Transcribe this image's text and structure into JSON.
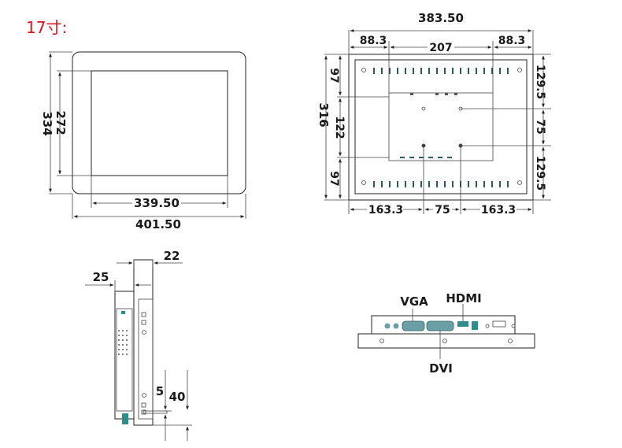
{
  "title": "17寸:",
  "front": {
    "outer_height": "334",
    "screen_height": "272",
    "screen_width": "339.50",
    "outer_width": "401.50"
  },
  "rear": {
    "total_width": "383.50",
    "top_left": "88.3",
    "top_mid": "207",
    "top_right": "88.3",
    "height": "316",
    "left_top": "97",
    "left_mid": "122",
    "left_bot": "97",
    "right_top": "129.5",
    "right_mid": "75",
    "right_bot": "129.5",
    "bot_left": "163.3",
    "bot_mid": "75",
    "bot_right": "163.3"
  },
  "side": {
    "depth_top": "22",
    "depth_left": "25",
    "bracket_5": "5",
    "bracket_40": "40"
  },
  "ports": {
    "vga": "VGA",
    "hdmi": "HDMI",
    "dvi": "DVI"
  },
  "colors": {
    "title": "#e0101a",
    "line": "#222222",
    "port_fill": "#6a9fa8",
    "connector": "#2f8c88"
  }
}
